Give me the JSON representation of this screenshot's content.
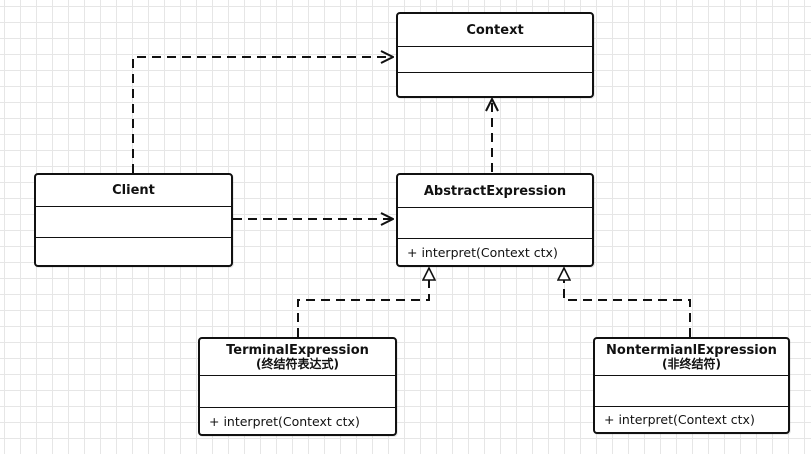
{
  "classes": {
    "context": {
      "name": "Context"
    },
    "client": {
      "name": "Client"
    },
    "abstract_expression": {
      "name": "AbstractExpression",
      "method": "+ interpret(Context ctx)"
    },
    "terminal_expression": {
      "name": "TerminalExpression",
      "subtitle": "(终结符表达式)",
      "method": "+ interpret(Context ctx)"
    },
    "nonterminal_expression": {
      "name": "NontermianlExpression",
      "subtitle": "(非终结符)",
      "method": "+ interpret(Context ctx)"
    }
  },
  "relations": [
    {
      "from": "Client",
      "to": "Context",
      "style": "dashed",
      "arrow": "open"
    },
    {
      "from": "Client",
      "to": "AbstractExpression",
      "style": "dashed",
      "arrow": "open"
    },
    {
      "from": "AbstractExpression",
      "to": "Context",
      "style": "dashed",
      "arrow": "open"
    },
    {
      "from": "TerminalExpression",
      "to": "AbstractExpression",
      "style": "dashed",
      "arrow": "hollow-triangle"
    },
    {
      "from": "NontermianlExpression",
      "to": "AbstractExpression",
      "style": "dashed",
      "arrow": "hollow-triangle"
    }
  ],
  "colors": {
    "stroke": "#111111",
    "grid": "#e6e6e6",
    "background": "#ffffff"
  }
}
